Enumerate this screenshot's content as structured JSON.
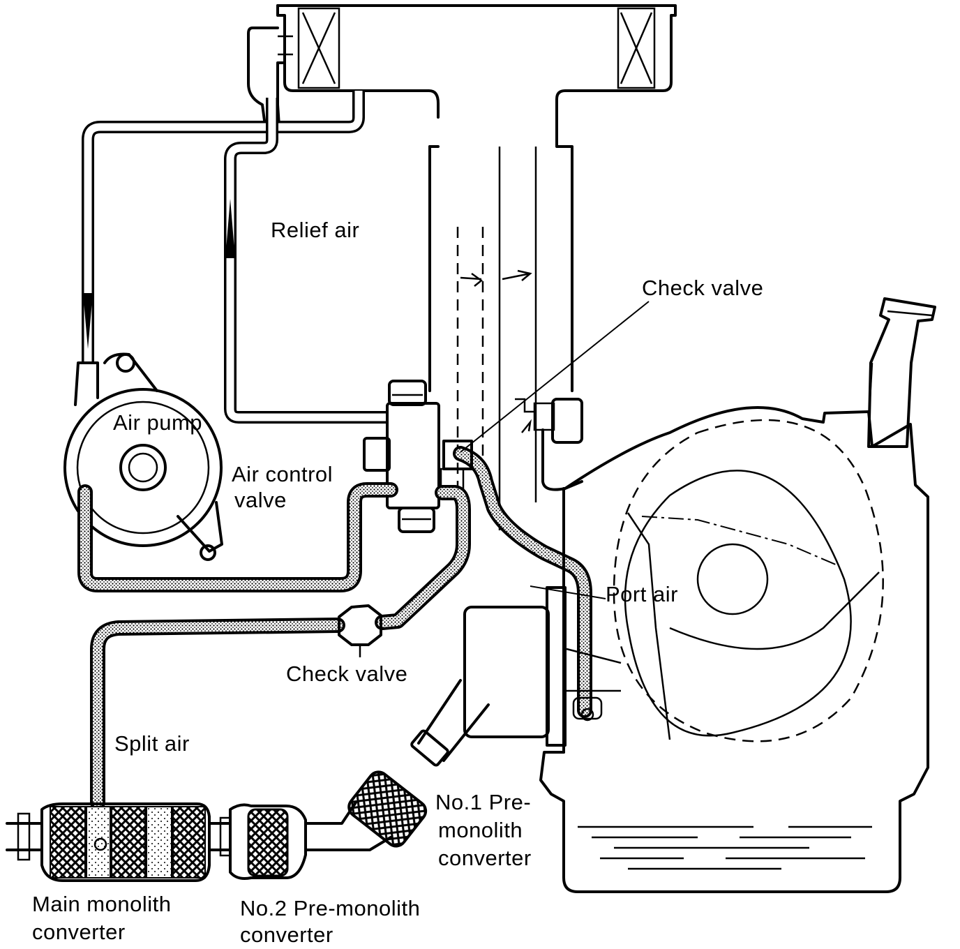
{
  "labels": {
    "relief_air": "Relief air",
    "check_valve_upper": "Check valve",
    "air_pump": "Air pump",
    "air_control_valve_l1": "Air control",
    "air_control_valve_l2": "valve",
    "port_air": "Port air",
    "check_valve_lower": "Check valve",
    "split_air": "Split air",
    "no1_pre_l1": "No.1 Pre-",
    "no1_pre_l2": "monolith",
    "no1_pre_l3": "converter",
    "main_l1": "Main monolith",
    "main_l2": "converter",
    "no2_pre_l1": "No.2 Pre-monolith",
    "no2_pre_l2": "converter"
  },
  "colors": {
    "ink": "#000000",
    "paper": "#ffffff"
  }
}
